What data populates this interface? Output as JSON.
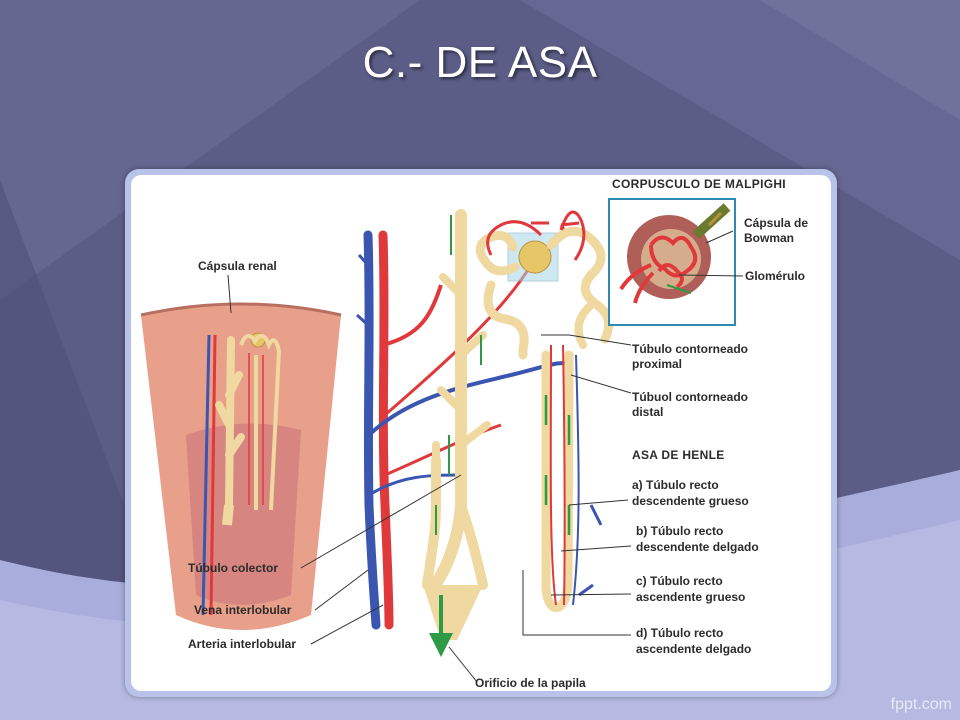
{
  "slide": {
    "title": "C.- DE ASA",
    "brand": "fppt.com"
  },
  "diagram": {
    "header_corpusculo": "CORPUSCULO DE MALPIGHI",
    "capsula_bowman_line1": "Cápsula de",
    "capsula_bowman_line2": "Bowman",
    "glomerulo": "Glomérulo",
    "capsula_renal": "Cápsula renal",
    "tubulo_proximal_line1": "Túbulo contorneado",
    "tubulo_proximal_line2": "proximal",
    "tubulo_distal_line1": "Túbuol contorneado",
    "tubulo_distal_line2": "distal",
    "asa_henle": "ASA DE HENLE",
    "a_line1": "a) Túbulo recto",
    "a_line2": "descendente grueso",
    "b_line1": "b) Túbulo recto",
    "b_line2": "descendente delgado",
    "c_line1": "c) Túbulo recto",
    "c_line2": "ascendente grueso",
    "d_line1": "d) Túbulo recto",
    "d_line2": "ascendente delgado",
    "tubulo_colector": "Túbulo colector",
    "vena_interlobular": "Vena interlobular",
    "arteria_interlobular": "Arteria interlobular",
    "orificio_papila": "Orificio de la papila"
  },
  "colors": {
    "background": "#5a5c86",
    "tubule": "#efd9a0",
    "artery": "#e0393c",
    "vein": "#3b56b0",
    "flow_arrow": "#2e9a45",
    "cortex": "#e8a08a"
  }
}
